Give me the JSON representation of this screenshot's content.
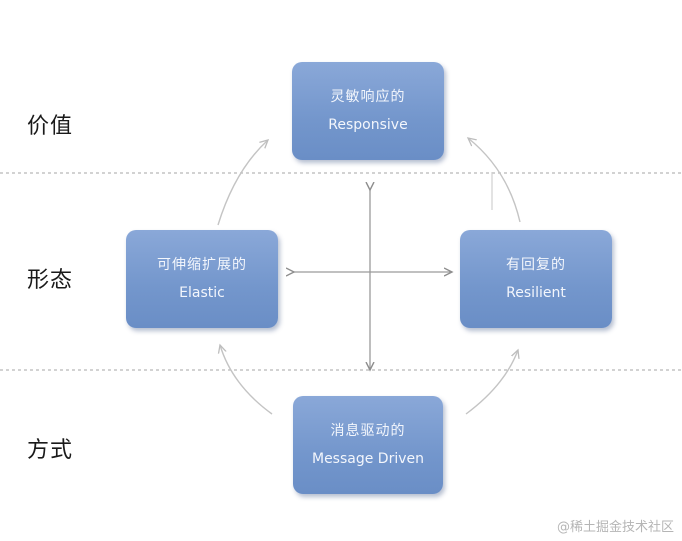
{
  "rows": [
    {
      "key": "value",
      "label": "价值"
    },
    {
      "key": "form",
      "label": "形态"
    },
    {
      "key": "means",
      "label": "方式"
    }
  ],
  "nodes": {
    "responsive": {
      "zh": "灵敏响应的",
      "en": "Responsive"
    },
    "elastic": {
      "zh": "可伸缩扩展的",
      "en": "Elastic"
    },
    "resilient": {
      "zh": "有回复的",
      "en": "Resilient"
    },
    "message_driven": {
      "zh": "消息驱动的",
      "en": "Message Driven"
    }
  },
  "colors": {
    "node_fill": "#7a9bd0",
    "node_text": "#f3f6fc",
    "divider": "#b8b8b8",
    "arrow": "#9a9a9a",
    "arc": "#c4c4c4"
  },
  "watermark": "@稀土掘金技术社区"
}
